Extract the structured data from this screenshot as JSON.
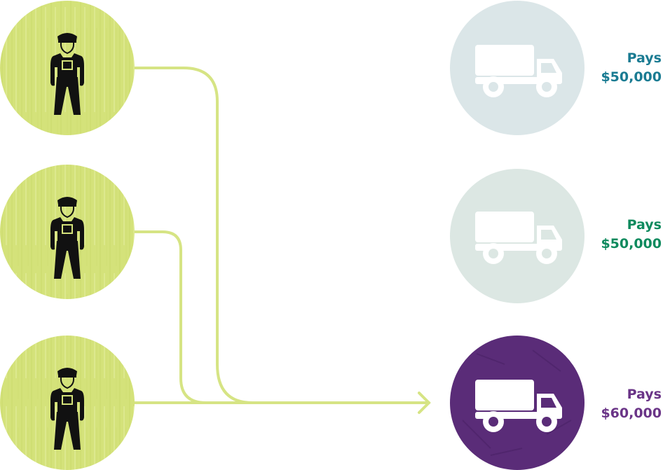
{
  "colors": {
    "worker_circle": "#d4e27a",
    "worker_circle_dark": "#c4d45f",
    "connector": "#d6e484",
    "icon_fill": "#111111",
    "truck_icon": "#ffffff"
  },
  "workers": [
    {
      "icon": "worker-icon"
    },
    {
      "icon": "worker-icon"
    },
    {
      "icon": "worker-icon"
    }
  ],
  "employers": [
    {
      "icon": "truck-icon",
      "circle_color": "#dbe6e8",
      "label_color": "#1a7b92",
      "pays": "Pays",
      "amount": "$50,000",
      "selected": false
    },
    {
      "icon": "truck-icon",
      "circle_color": "#dce7e3",
      "label_color": "#0f8a5e",
      "pays": "Pays",
      "amount": "$50,000",
      "selected": false
    },
    {
      "icon": "truck-icon",
      "circle_color": "#5a2c78",
      "label_color": "#6a3487",
      "pays": "Pays",
      "amount": "$60,000",
      "selected": true
    }
  ],
  "arrow_icon": "arrow-head-icon"
}
